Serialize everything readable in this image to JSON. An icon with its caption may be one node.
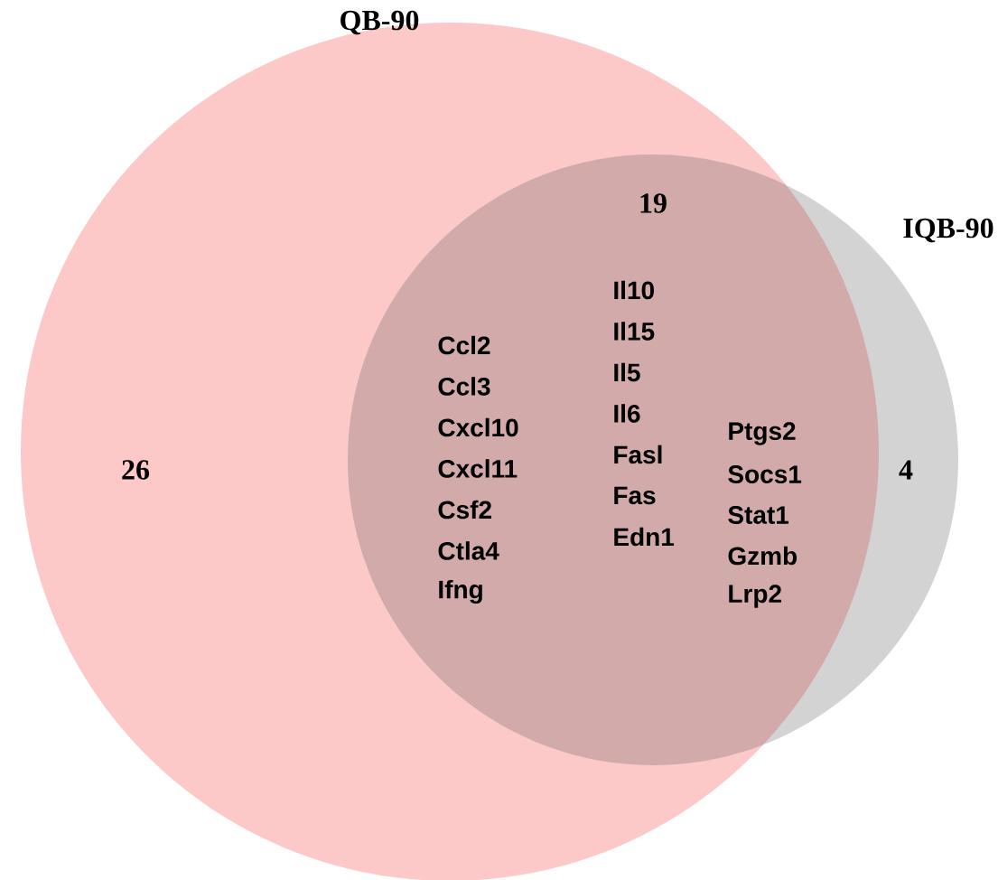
{
  "diagram": {
    "nodes": [
      {
        "text": [
          "QB-90"
        ]
      },
      {
        "text": [
          "IQB-90"
        ]
      }
    ],
    "labels": [
      "19",
      "26",
      "4",
      "Il10",
      "Il15",
      "Il5",
      "Il6",
      "Fasl",
      "Fas",
      "Edn1",
      "Ccl2",
      "Ccl3",
      "Cxcl10",
      "Cxcl11",
      "Csf2",
      "Ctla4",
      "Ifng",
      "Ptgs2",
      "Socs1",
      "Stat1",
      "Gzmb",
      "Lrp2"
    ]
  }
}
